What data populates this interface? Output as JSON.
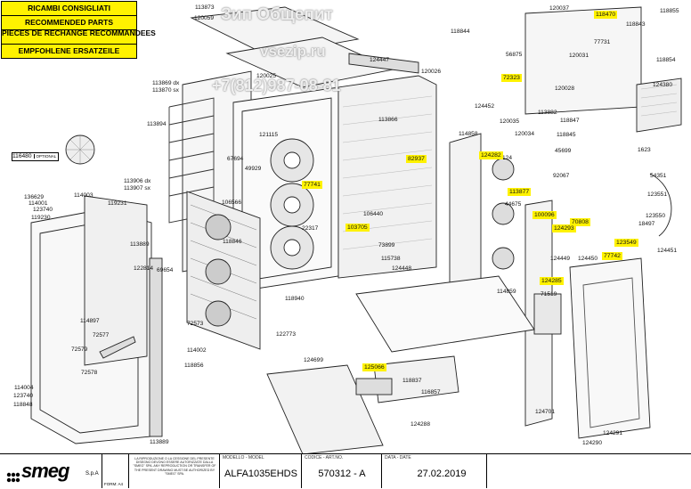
{
  "legend": [
    "RICAMBI CONSIGLIATI",
    "RECOMMENDED PARTS",
    "PIECES DE RECHANGE RECOMMANDEES",
    "EMPFOHLENE ERSATZEILE"
  ],
  "watermark": {
    "company": "Зип Общепит",
    "site": "vsezip.ru",
    "phone": "+7(812)987-08-81"
  },
  "optional": {
    "part": "116480",
    "tag": "OPTIONAL"
  },
  "parts": [
    {
      "text": "113873",
      "hl": false
    },
    {
      "text": "120059",
      "hl": false
    },
    {
      "text": "120025",
      "hl": false
    },
    {
      "text": "113869 dx",
      "hl": false
    },
    {
      "text": "113870 sx",
      "hl": false
    },
    {
      "text": "113894",
      "hl": false
    },
    {
      "text": "121115",
      "hl": false
    },
    {
      "text": "67694",
      "hl": false
    },
    {
      "text": "49929",
      "hl": false
    },
    {
      "text": "106566",
      "hl": false
    },
    {
      "text": "113906 dx",
      "hl": false
    },
    {
      "text": "113907 sx",
      "hl": false
    },
    {
      "text": "136629",
      "hl": false
    },
    {
      "text": "114003",
      "hl": false
    },
    {
      "text": "114001",
      "hl": false
    },
    {
      "text": "123740",
      "hl": false
    },
    {
      "text": "119230",
      "hl": false
    },
    {
      "text": "119231",
      "hl": false
    },
    {
      "text": "113889",
      "hl": false
    },
    {
      "text": "122814",
      "hl": false
    },
    {
      "text": "69654",
      "hl": false
    },
    {
      "text": "118846",
      "hl": false
    },
    {
      "text": "118940",
      "hl": false
    },
    {
      "text": "122773",
      "hl": false
    },
    {
      "text": "114897",
      "hl": false
    },
    {
      "text": "72577",
      "hl": false
    },
    {
      "text": "72579",
      "hl": false
    },
    {
      "text": "72578",
      "hl": false
    },
    {
      "text": "72573",
      "hl": false
    },
    {
      "text": "114002",
      "hl": false
    },
    {
      "text": "118856",
      "hl": false
    },
    {
      "text": "114004",
      "hl": false
    },
    {
      "text": "123740",
      "hl": false
    },
    {
      "text": "118848",
      "hl": false
    },
    {
      "text": "113889",
      "hl": false
    },
    {
      "text": "22317",
      "hl": false
    },
    {
      "text": "124447",
      "hl": false
    },
    {
      "text": "120026",
      "hl": false
    },
    {
      "text": "113866",
      "hl": false
    },
    {
      "text": "106440",
      "hl": false
    },
    {
      "text": "73899",
      "hl": false
    },
    {
      "text": "115738",
      "hl": false
    },
    {
      "text": "124448",
      "hl": false
    },
    {
      "text": "124452",
      "hl": false
    },
    {
      "text": "120035",
      "hl": false
    },
    {
      "text": "120034",
      "hl": false
    },
    {
      "text": "114858",
      "hl": false
    },
    {
      "text": "114859",
      "hl": false
    },
    {
      "text": "118844",
      "hl": false
    },
    {
      "text": "124699",
      "hl": false
    },
    {
      "text": "118837",
      "hl": false
    },
    {
      "text": "116857",
      "hl": false
    },
    {
      "text": "124288",
      "hl": false
    },
    {
      "text": "120037",
      "hl": false
    },
    {
      "text": "56875",
      "hl": false
    },
    {
      "text": "120031",
      "hl": false
    },
    {
      "text": "118843",
      "hl": false
    },
    {
      "text": "77731",
      "hl": false
    },
    {
      "text": "118855",
      "hl": false
    },
    {
      "text": "118854",
      "hl": false
    },
    {
      "text": "124380",
      "hl": false
    },
    {
      "text": "120028",
      "hl": false
    },
    {
      "text": "113882",
      "hl": false
    },
    {
      "text": "118847",
      "hl": false
    },
    {
      "text": "118845",
      "hl": false
    },
    {
      "text": "45699",
      "hl": false
    },
    {
      "text": "103124",
      "hl": false
    },
    {
      "text": "92067",
      "hl": false
    },
    {
      "text": "44675",
      "hl": false
    },
    {
      "text": "1623",
      "hl": false
    },
    {
      "text": "54351",
      "hl": false
    },
    {
      "text": "123551",
      "hl": false
    },
    {
      "text": "123550",
      "hl": false
    },
    {
      "text": "18497",
      "hl": false
    },
    {
      "text": "124451",
      "hl": false
    },
    {
      "text": "124449",
      "hl": false
    },
    {
      "text": "124450",
      "hl": false
    },
    {
      "text": "71519",
      "hl": false
    },
    {
      "text": "124701",
      "hl": false
    },
    {
      "text": "124291",
      "hl": false
    },
    {
      "text": "124290",
      "hl": false
    },
    {
      "text": "72323",
      "hl": true
    },
    {
      "text": "118470",
      "hl": true
    },
    {
      "text": "124282",
      "hl": true
    },
    {
      "text": "82937",
      "hl": true
    },
    {
      "text": "77741",
      "hl": true
    },
    {
      "text": "103705",
      "hl": true
    },
    {
      "text": "113877",
      "hl": true
    },
    {
      "text": "100096",
      "hl": true
    },
    {
      "text": "70808",
      "hl": true
    },
    {
      "text": "124293",
      "hl": true
    },
    {
      "text": "123549",
      "hl": true
    },
    {
      "text": "77742",
      "hl": true
    },
    {
      "text": "124285",
      "hl": true
    },
    {
      "text": "125066",
      "hl": true
    }
  ],
  "titleblock": {
    "brand": "smeg",
    "brand_suffix": "S.p.A",
    "form": "FORM: A4",
    "disclaimer": "LA RIPRODUZIONE O LA CESSIONE DEL PRESENTE DISEGNO DEVONO ESSERE AUTORIZZATE DALLA \"SMEG\" SPA. ANY REPRODUCTION OR TRANSFER OF THE PRESENT DRAWING MUST BE AUTHORIZED BY \"SMEG\" SPA.",
    "model_head": "MODELLO - MODEL",
    "model": "ALFA1035EHDS",
    "code_head": "CODICE - ART.NO.",
    "code": "570312 - A",
    "date_head": "DATA - DATE",
    "date": "27.02.2019"
  }
}
